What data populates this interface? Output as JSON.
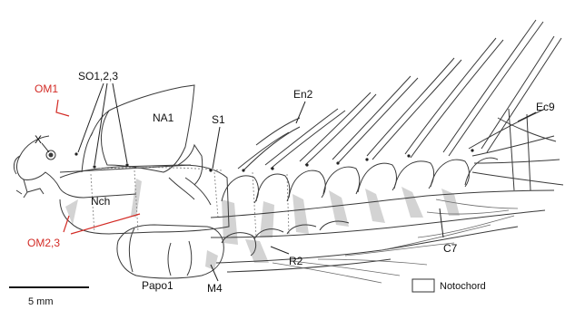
{
  "labels": {
    "om1": "OM1",
    "so": "SO1,2,3",
    "x": "X",
    "na1": "NA1",
    "nch": "Nch",
    "s1": "S1",
    "en2": "En2",
    "ec9": "Ec9",
    "om23": "OM2,3",
    "papo1": "Papo1",
    "m4": "M4",
    "r2": "R2",
    "c7": "C7"
  },
  "scale_bar": {
    "label": "5 mm"
  },
  "legend": {
    "label": "Notochord"
  },
  "colors": {
    "line": "#3a3a3a",
    "red": "#d32b25",
    "shade": "#d2d2d2",
    "notochord_fill": "#ffffff"
  }
}
